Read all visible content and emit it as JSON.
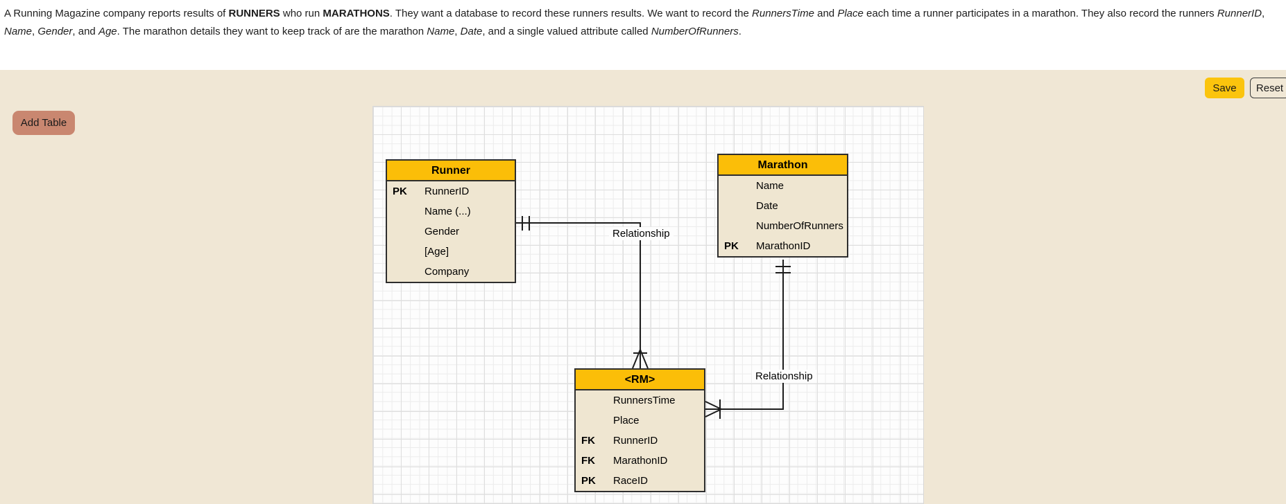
{
  "problem_statement": {
    "segments": [
      {
        "text": "A Running Magazine company reports results of ",
        "style": "normal"
      },
      {
        "text": "RUNNERS",
        "style": "bold"
      },
      {
        "text": " who run ",
        "style": "normal"
      },
      {
        "text": "MARATHONS",
        "style": "bold"
      },
      {
        "text": ". They want a database to record these runners results. We want to record the ",
        "style": "normal"
      },
      {
        "text": "RunnersTime",
        "style": "italic"
      },
      {
        "text": " and ",
        "style": "normal"
      },
      {
        "text": "Place",
        "style": "italic"
      },
      {
        "text": " each time a runner participates in a marathon. They also record the runners ",
        "style": "normal"
      },
      {
        "text": "RunnerID",
        "style": "italic"
      },
      {
        "text": ", ",
        "style": "normal"
      },
      {
        "text": "Name",
        "style": "italic"
      },
      {
        "text": ", ",
        "style": "normal"
      },
      {
        "text": "Gender",
        "style": "italic"
      },
      {
        "text": ", and ",
        "style": "normal"
      },
      {
        "text": "Age",
        "style": "italic"
      },
      {
        "text": ". The marathon details they want to keep track of are the marathon ",
        "style": "normal"
      },
      {
        "text": "Name",
        "style": "italic"
      },
      {
        "text": ", ",
        "style": "normal"
      },
      {
        "text": "Date",
        "style": "italic"
      },
      {
        "text": ", and a single valued attribute called ",
        "style": "normal"
      },
      {
        "text": "NumberOfRunners",
        "style": "italic"
      },
      {
        "text": ".",
        "style": "normal"
      }
    ]
  },
  "toolbar": {
    "save_label": "Save",
    "reset_label": "Reset",
    "add_table_label": "Add Table"
  },
  "diagram": {
    "tables": [
      {
        "title": "Runner",
        "rows": [
          {
            "key": "PK",
            "name": "RunnerID"
          },
          {
            "key": "",
            "name": "Name (...)"
          },
          {
            "key": "",
            "name": "Gender"
          },
          {
            "key": "",
            "name": "[Age]"
          },
          {
            "key": "",
            "name": "Company"
          }
        ]
      },
      {
        "title": "Marathon",
        "rows": [
          {
            "key": "",
            "name": "Name"
          },
          {
            "key": "",
            "name": "Date"
          },
          {
            "key": "",
            "name": "NumberOfRunners"
          },
          {
            "key": "PK",
            "name": "MarathonID"
          }
        ]
      },
      {
        "title": "<RM>",
        "rows": [
          {
            "key": "",
            "name": "RunnersTime"
          },
          {
            "key": "",
            "name": "Place"
          },
          {
            "key": "FK",
            "name": "RunnerID"
          },
          {
            "key": "FK",
            "name": "MarathonID"
          },
          {
            "key": "PK",
            "name": "RaceID"
          }
        ]
      }
    ],
    "relationships": [
      {
        "label": "Relationship",
        "from": "Runner",
        "to": "<RM>",
        "from_cardinality": "one-and-only-one",
        "to_cardinality": "many"
      },
      {
        "label": "Relationship",
        "from": "Marathon",
        "to": "<RM>",
        "from_cardinality": "one-and-only-one",
        "to_cardinality": "one-or-many"
      }
    ]
  },
  "colors": {
    "table_header_yellow": "#fbbe08",
    "save_button_yellow": "#fbc40d",
    "add_table_salmon": "#c98770",
    "page_background": "#f0e7d5",
    "table_body_beige": "#efe6d1",
    "line_color": "#1c1c1c"
  }
}
